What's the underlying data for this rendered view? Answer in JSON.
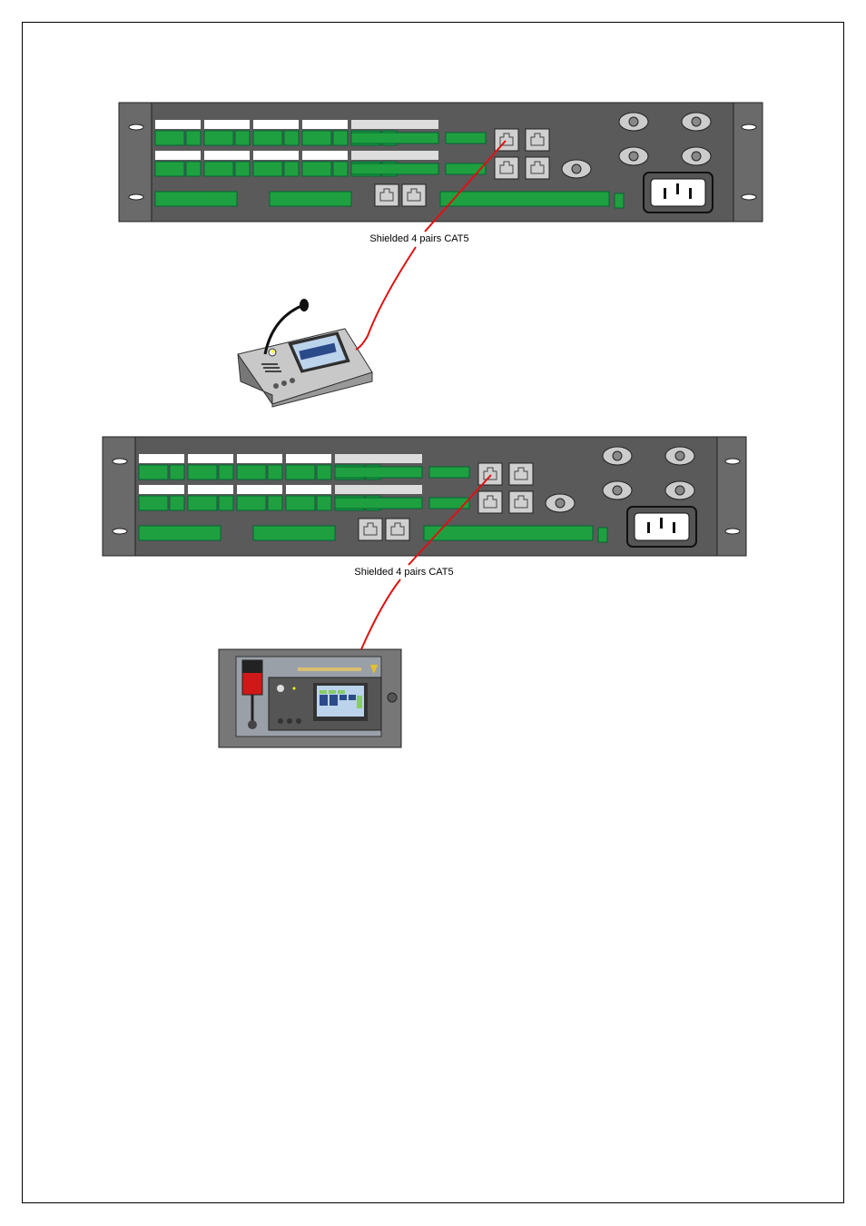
{
  "diagram": {
    "connections": [
      {
        "from": "rack-unit-1",
        "to": "desktop-paging-console",
        "cable_label": "Shielded 4 pairs CAT5"
      },
      {
        "from": "rack-unit-2",
        "to": "wall-mount-paging-console",
        "cable_label": "Shielded 4 pairs CAT5"
      }
    ],
    "colors": {
      "cable": "#e01010",
      "panel": "#5a5a5a",
      "ear": "#6a6a6a",
      "terminal": "#1fa040",
      "console_bg": "#888888"
    }
  }
}
